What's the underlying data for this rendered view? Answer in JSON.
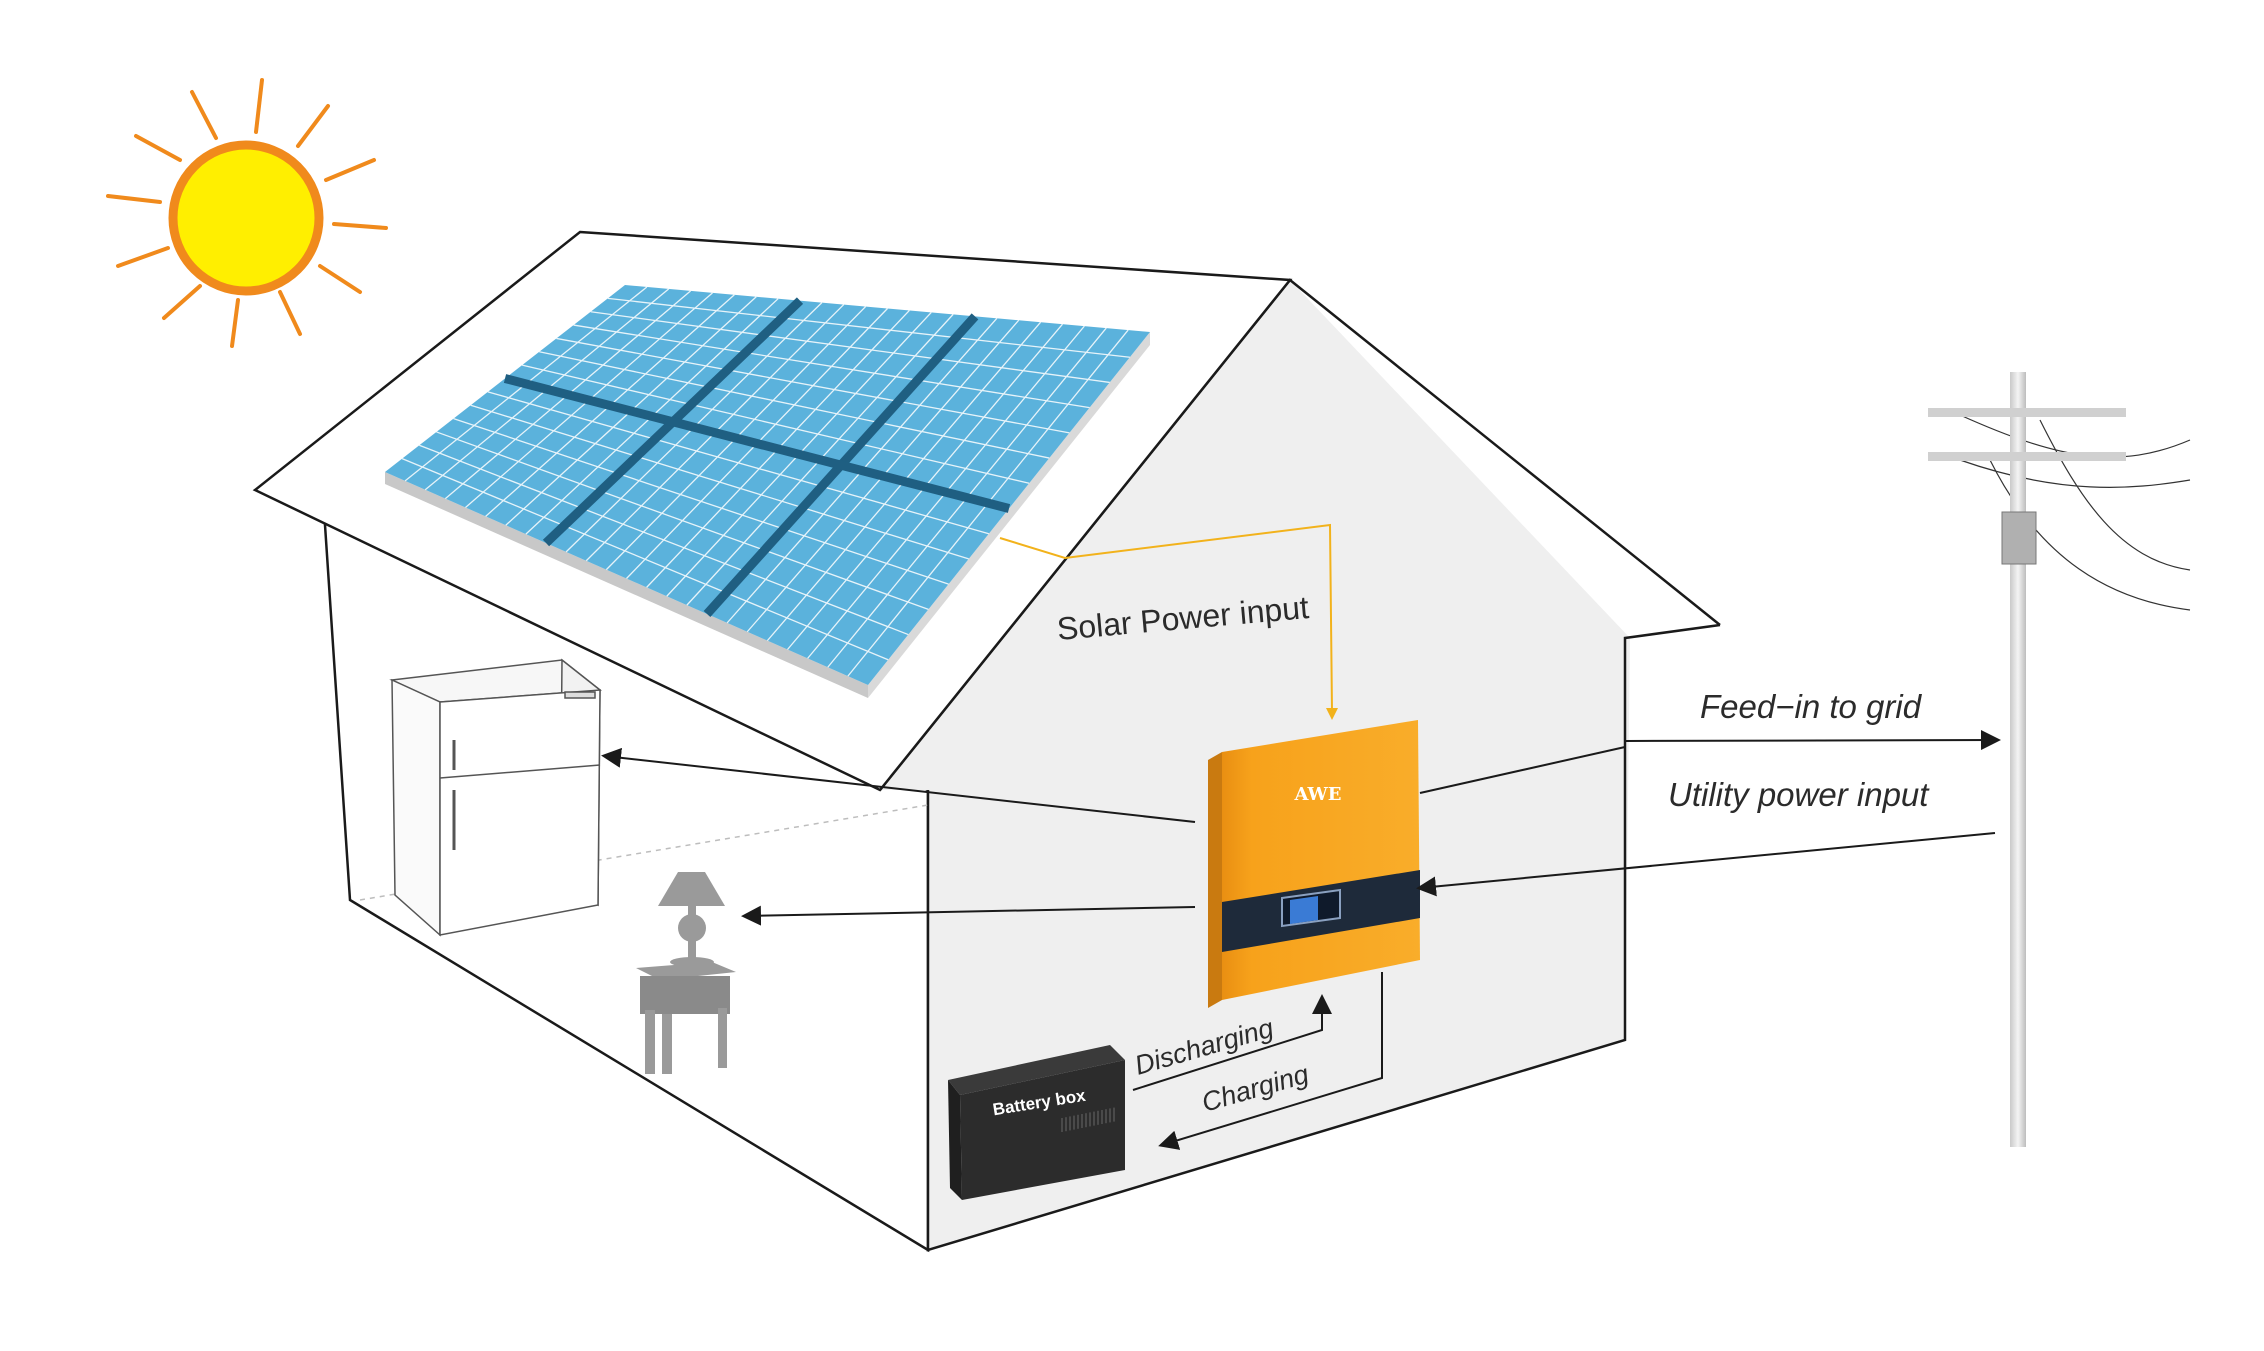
{
  "labels": {
    "solar_input": "Solar Power input",
    "feed_in": "Feed−in to grid",
    "utility_input": "Utility power input",
    "discharging": "Discharging",
    "charging": "Charging",
    "battery": "Battery box",
    "inverter_brand": "AWE"
  },
  "colors": {
    "sun_fill": "#ffef00",
    "sun_ring": "#f08a1c",
    "sun_rays": "#f08a1c",
    "panel": "#5bb2dc",
    "panel_frame": "#1f5f82",
    "inverter": "#f7a21b",
    "inverter_band": "#1e2a3a",
    "solar_wire": "#f2b21b",
    "house_wall": "#efefef",
    "outline": "#1a1a1a",
    "battery": "#2c2c2c",
    "pole": "#d9d9d9"
  },
  "icons": [
    "sun-icon",
    "solar-panel-icon",
    "refrigerator-icon",
    "lamp-icon",
    "inverter-icon",
    "battery-icon",
    "utility-pole-icon"
  ]
}
